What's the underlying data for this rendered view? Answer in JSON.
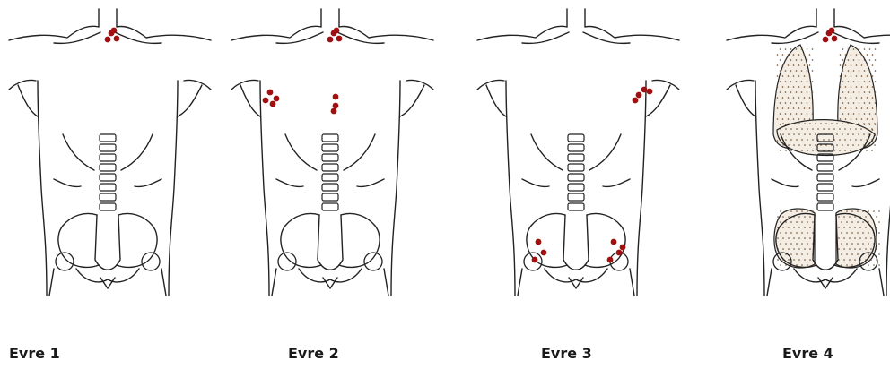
{
  "stages": [
    {
      "label": "Evre 1",
      "lymph_sites": [
        "left-supraclavicular"
      ],
      "lungs": false,
      "bone": false
    },
    {
      "label": "Evre 2",
      "lymph_sites": [
        "left-supraclavicular",
        "right-axillary",
        "mediastinal"
      ],
      "lungs": false,
      "bone": false
    },
    {
      "label": "Evre 3",
      "lymph_sites": [
        "left-axillary",
        "right-inguinal",
        "left-inguinal"
      ],
      "lungs": false,
      "bone": false
    },
    {
      "label": "Evre 4",
      "lymph_sites": [
        "left-supraclavicular"
      ],
      "lungs": true,
      "bone": true
    }
  ],
  "colors": {
    "outline": "#222222",
    "node": "#a01010",
    "organ_dots": "#6b4a2a",
    "organ_fill": "#f4ede4"
  }
}
